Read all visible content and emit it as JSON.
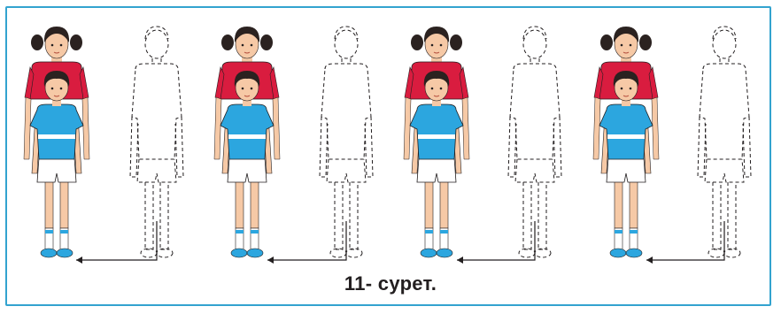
{
  "figure": {
    "caption": "11- сурет.",
    "colors": {
      "frame_border": "#33a3cf",
      "girl_shirt": "#d91c3f",
      "boy_shirt": "#2ca6df",
      "skin": "#f6c9a6",
      "hair": "#2b2220",
      "shorts": "#ffffff",
      "socks_band": "#2ca6df",
      "shoes": "#2ca6df",
      "dashed_outline": "#231f20",
      "arrow": "#231f20"
    },
    "groups": [
      {
        "id": 1,
        "figures": [
          "girl-behind-boy",
          "dashed-outline"
        ]
      },
      {
        "id": 2,
        "figures": [
          "girl-behind-boy",
          "dashed-outline"
        ]
      },
      {
        "id": 3,
        "figures": [
          "girl-behind-boy",
          "dashed-outline"
        ]
      },
      {
        "id": 4,
        "figures": [
          "girl-behind-boy",
          "dashed-outline"
        ]
      }
    ]
  }
}
